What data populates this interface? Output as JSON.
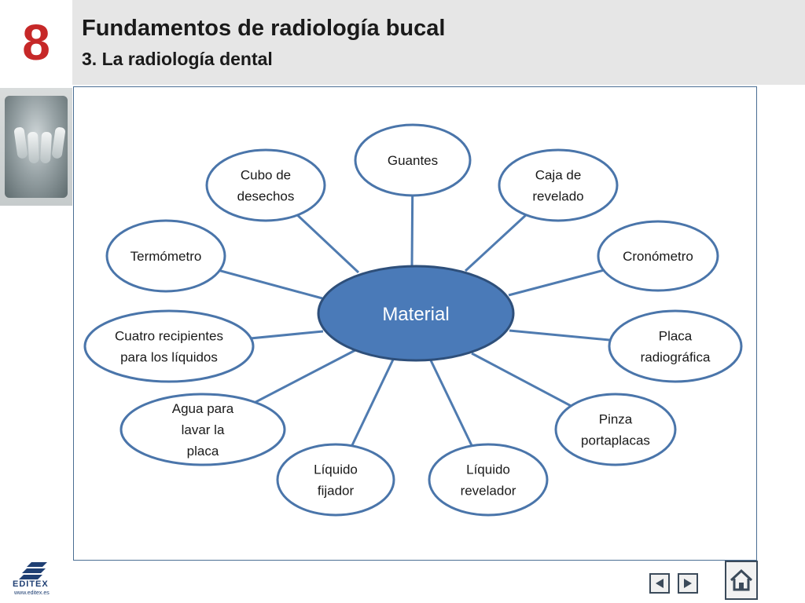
{
  "header": {
    "chapter_number": "8",
    "title": "Fundamentos de radiología bucal",
    "subtitle": "3. La radiología dental"
  },
  "diagram": {
    "center": "Material",
    "nodes": [
      {
        "id": "guantes",
        "lines": [
          "Guantes"
        ]
      },
      {
        "id": "caja-revelado",
        "lines": [
          "Caja de",
          "revelado"
        ]
      },
      {
        "id": "cronometro",
        "lines": [
          "Cronómetro"
        ]
      },
      {
        "id": "placa-radiografica",
        "lines": [
          "Placa",
          "radiográfica"
        ]
      },
      {
        "id": "pinza-portaplacas",
        "lines": [
          "Pinza",
          "portaplacas"
        ]
      },
      {
        "id": "liquido-revelador",
        "lines": [
          "Líquido",
          "revelador"
        ]
      },
      {
        "id": "liquido-fijador",
        "lines": [
          "Líquido",
          "fijador"
        ]
      },
      {
        "id": "agua-lavar",
        "lines": [
          "Agua para",
          "lavar la",
          "placa"
        ]
      },
      {
        "id": "cuatro-recipientes",
        "lines": [
          "Cuatro recipientes",
          "para los líquidos"
        ]
      },
      {
        "id": "termometro",
        "lines": [
          "Termómetro"
        ]
      },
      {
        "id": "cubo-desechos",
        "lines": [
          "Cubo de",
          "desechos"
        ]
      }
    ]
  },
  "footer": {
    "logo_text": "EDITEX",
    "logo_url": "www.editex.es"
  },
  "colors": {
    "chapter_number": "#c62828",
    "center_fill": "#4a7ab8",
    "center_stroke": "#2e4f7a",
    "node_stroke": "#4a75aa",
    "connector": "#4f7bb0"
  }
}
